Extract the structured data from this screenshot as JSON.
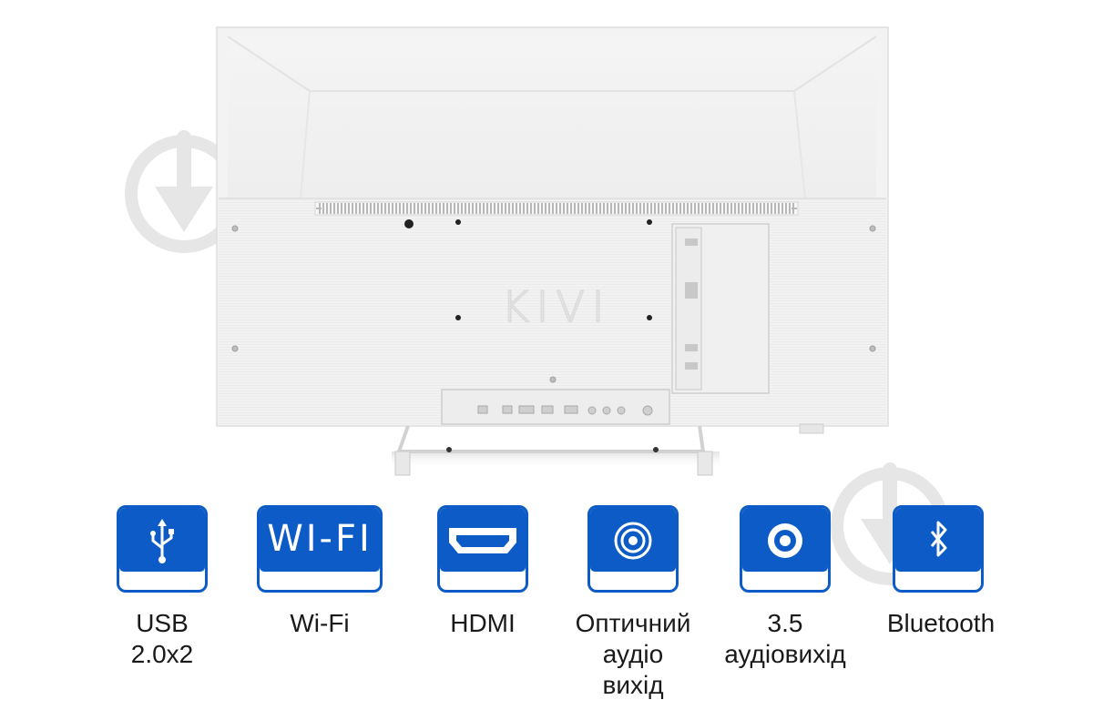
{
  "product": {
    "brand_logo": "KIVI",
    "view": "rear-of-white-tv-on-stand"
  },
  "watermark": {
    "icon": "download-arrow-watermark-icon"
  },
  "features": [
    {
      "icon": "usb-icon",
      "label": "USB\n2.0x2"
    },
    {
      "icon": "wifi-icon",
      "icon_text": "WI-FI",
      "label": "Wi-Fi"
    },
    {
      "icon": "hdmi-icon",
      "label": "HDMI"
    },
    {
      "icon": "optical-audio-icon",
      "label": "Оптичний\nаудіо\nвихід"
    },
    {
      "icon": "audio-jack-icon",
      "label": "3.5\nаудіовихід"
    },
    {
      "icon": "bluetooth-icon",
      "label": "Bluetooth"
    }
  ],
  "colors": {
    "badge_blue": "#0d5bc6",
    "tv_white": "#f1f1f1",
    "label_text": "#1a1a1a"
  }
}
